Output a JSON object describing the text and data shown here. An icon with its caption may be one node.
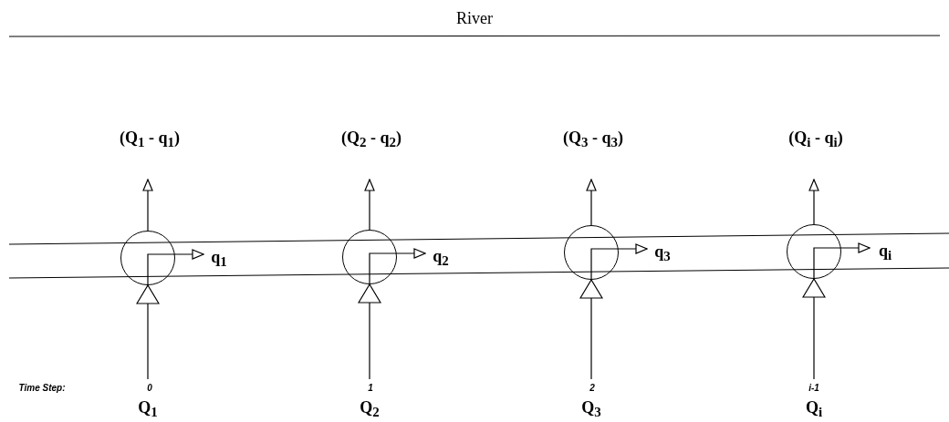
{
  "diagram": {
    "nodes": [
      {
        "text": [
          "(Q$_{1}$ - q$_{1}$)"
        ]
      },
      {
        "text": [],
        "shape": "circle"
      },
      {
        "text": [
          "q$_{1}$"
        ]
      },
      {
        "text": [
          "Q$_{1}$"
        ]
      },
      {
        "text": [
          "(Q$_{2}$ - q$_{2}$)"
        ]
      },
      {
        "text": [],
        "shape": "circle"
      },
      {
        "text": [
          "q$_{2}$"
        ]
      },
      {
        "text": [
          "Q$_{2}$"
        ]
      },
      {
        "text": [
          "(Q$_{3}$ - q$_{3}$)"
        ]
      },
      {
        "text": [],
        "shape": "circle"
      },
      {
        "text": [
          "q$_{3}$"
        ]
      },
      {
        "text": [
          "Q$_{3}$"
        ]
      },
      {
        "text": [
          "(Q$_{i}$ - q$_{i}$)"
        ]
      },
      {
        "text": [],
        "shape": "circle"
      },
      {
        "text": [
          "q$_{i}$"
        ]
      },
      {
        "text": [
          "Q$_{i}$"
        ]
      }
    ],
    "edges": [
      {
        "from": 3,
        "to": 1,
        "arrow": "to"
      },
      {
        "from": 1,
        "to": 0,
        "arrow": "to"
      },
      {
        "from": 1,
        "to": 2,
        "arrow": "to"
      },
      {
        "from": 7,
        "to": 5,
        "arrow": "to"
      },
      {
        "from": 5,
        "to": 4,
        "arrow": "to"
      },
      {
        "from": 5,
        "to": 6,
        "arrow": "to"
      },
      {
        "from": 11,
        "to": 9,
        "arrow": "to"
      },
      {
        "from": 9,
        "to": 8,
        "arrow": "to"
      },
      {
        "from": 9,
        "to": 10,
        "arrow": "to"
      },
      {
        "from": 15,
        "to": 13,
        "arrow": "to"
      },
      {
        "from": 13,
        "to": 12,
        "arrow": "to"
      },
      {
        "from": 13,
        "to": 14,
        "arrow": "to"
      }
    ],
    "labels": [
      "River",
      "Time Step:",
      "0",
      "1",
      "2",
      "i-1"
    ]
  }
}
